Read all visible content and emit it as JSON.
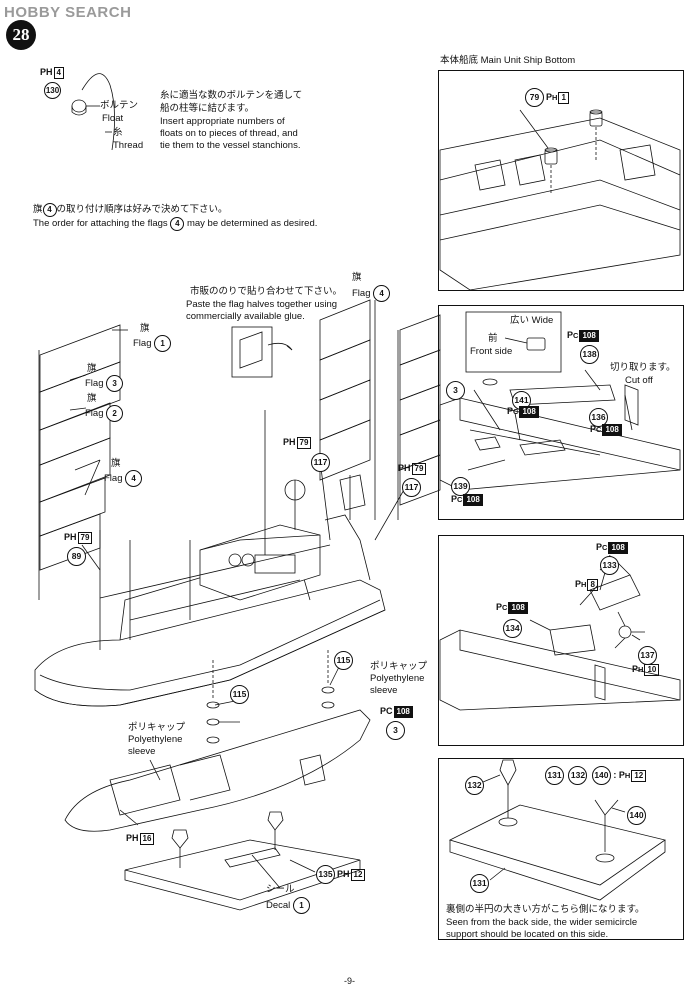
{
  "watermark": {
    "brand": "HOBBY SEARCH"
  },
  "step": {
    "number": "28"
  },
  "float_note": {
    "part_tag": "PH",
    "part_box": "4",
    "part_no": "130",
    "float_jp": "ボルテン",
    "float_en": "Float",
    "thread_jp": "糸",
    "thread_en": "Thread",
    "text_jp_1": "糸に適当な数のボルテンを通して",
    "text_jp_2": "船の柱等に結びます。",
    "text_en_1": "Insert appropriate numbers of",
    "text_en_2": "floats on to pieces of thread, and",
    "text_en_3": "tie them to the vessel stanchions."
  },
  "flag_order": {
    "jp_pre": "旗",
    "jp_num": "4",
    "jp_post": "の取り付け順序は好みで決めて下さい。",
    "en_pre": "The order for attaching the flags",
    "en_num": "4",
    "en_post": "may be determined as desired."
  },
  "glue_note": {
    "jp": "市販ののりで貼り合わせて下さい。",
    "en_1": "Paste the flag halves together using",
    "en_2": "commercially available glue."
  },
  "labels": {
    "flag_jp": "旗",
    "flag_en": "Flag",
    "flag1": "1",
    "flag2": "2",
    "flag3": "3",
    "flag4": "4",
    "ph": "PH",
    "pc": "PC",
    "p79": "79",
    "p89": "89",
    "p117a": "117",
    "p117b": "117",
    "p115a": "115",
    "p115b": "115",
    "p108": "108",
    "p3": "3",
    "p16": "16",
    "p135": "135",
    "p12": "12",
    "poly_jp": "ポリキャップ",
    "poly_en_1": "Polyethylene",
    "poly_en_2": "sleeve",
    "decal_jp": "シール",
    "decal_en": "Decal",
    "decal_no": "1"
  },
  "panel_bottom": {
    "title": "本体船底 Main Unit Ship Bottom",
    "part_no": "79",
    "box": "1"
  },
  "panel_2": {
    "wide_jp": "広い",
    "wide_en": "Wide",
    "front_jp": "前",
    "front_en": "Front side",
    "p108a": "108",
    "p138": "138",
    "p3": "3",
    "p141": "141",
    "p108b": "108",
    "p136": "136",
    "p108c": "108",
    "cut_jp": "切り取ります。",
    "cut_en": "Cut off",
    "p139": "139",
    "p108d": "108"
  },
  "panel_3": {
    "p108a": "108",
    "p133": "133",
    "p8": "8",
    "p108b": "108",
    "p134": "134",
    "p137": "137",
    "p10": "10"
  },
  "panel_4": {
    "parts_131": "131",
    "parts_132": "132",
    "parts_140": "140",
    "ph_box": "12",
    "p132": "132",
    "p140": "140",
    "p131": "131",
    "note_jp": "裏側の半円の大きい方がこちら側になります。",
    "note_en_1": "Seen from the back side, the wider semicircle",
    "note_en_2": "support should be located on this side."
  },
  "page": {
    "number": "-9-"
  }
}
